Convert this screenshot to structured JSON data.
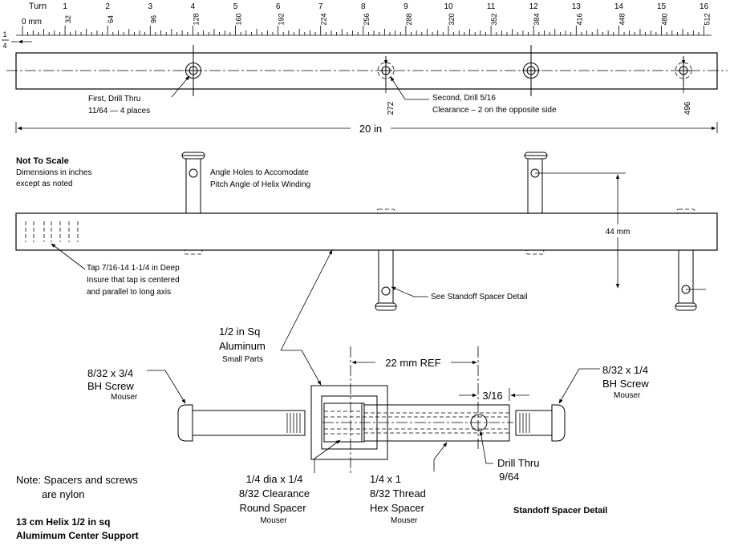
{
  "ruler": {
    "turn_label": "Turn",
    "turns": [
      "1",
      "2",
      "3",
      "4",
      "5",
      "6",
      "7",
      "8",
      "9",
      "10",
      "11",
      "12",
      "13",
      "14",
      "15",
      "16"
    ],
    "zero_label": "0 mm",
    "mm_marks": [
      "32",
      "64",
      "96",
      "128",
      "160",
      "192",
      "224",
      "256",
      "288",
      "320",
      "352",
      "384",
      "416",
      "448",
      "480",
      "512"
    ],
    "offset_label": "1/4"
  },
  "top_view": {
    "hole1_line1": "First, Drill Thru",
    "hole1_line2": "11/64  — 4 places",
    "hole2_line1": "Second, Drill 5/16",
    "hole2_line2": "Clearance – 2 on the opposite side",
    "dim_272": "272",
    "dim_496": "496",
    "length_label": "20 in"
  },
  "side_view": {
    "not_to_scale": "Not To Scale",
    "dim_note_1": "Dimensions in inches",
    "dim_note_2": "except as noted",
    "angle_note_1": "Angle Holes to Accomodate",
    "angle_note_2": "Pitch Angle of Helix Winding",
    "height_label": "44 mm",
    "tap_note_1": "Tap 7/16-14 1-1/4 in Deep",
    "tap_note_2": "Insure that tap is centered",
    "tap_note_3": "and parallel to long axis",
    "standoff_note": "See Standoff Spacer Detail"
  },
  "detail": {
    "aluminum_1": "1/2 in Sq",
    "aluminum_2": "Aluminum",
    "aluminum_3": "Small Parts",
    "ref_label": "22 mm REF",
    "left_screw_1": "8/32 x 3/4",
    "left_screw_2": "BH Screw",
    "left_screw_3": "Mouser",
    "right_screw_1": "8/32 x 1/4",
    "right_screw_2": "BH Screw",
    "right_screw_3": "Mouser",
    "dim_3_16": "3/16",
    "drill_1": "Drill Thru",
    "drill_2": "9/64",
    "round_1": "1/4 dia x 1/4",
    "round_2": "8/32 Clearance",
    "round_3": "Round Spacer",
    "round_4": "Mouser",
    "hex_1": "1/4 x 1",
    "hex_2": "8/32 Thread",
    "hex_3": "Hex Spacer",
    "hex_4": "Mouser",
    "detail_title": "Standoff Spacer Detail"
  },
  "notes": {
    "nylon_1": "Note: Spacers and screws",
    "nylon_2": "are nylon",
    "title_1": "13 cm Helix 1/2 in sq",
    "title_2": "Alumimum Center Support"
  }
}
